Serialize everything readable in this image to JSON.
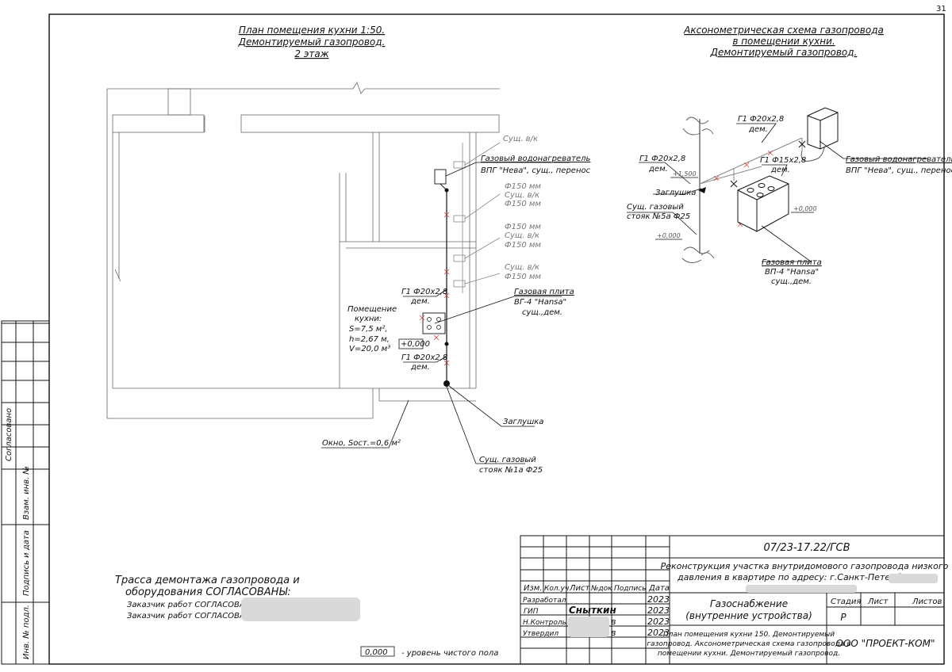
{
  "page_number": "31",
  "plan": {
    "title_1": "План помещения кухни 1:50.",
    "title_2": "Демонтируемый газопровод.",
    "title_3": "2 этаж",
    "room_label": [
      "Помещение",
      "кухни:",
      "S=7,5 м²,",
      "h=2,67 м,",
      "V=20,0 м³"
    ],
    "vk_labels": [
      "Сущ. в/к",
      "Ф150 мм",
      "Сущ. в/к",
      "Ф150 мм",
      "Ф150 мм",
      "Сущ. в/к",
      "Ф150 мм",
      "Сущ. в/к",
      "Ф150 мм"
    ],
    "water_heater_1": "Газовый водонагреватель",
    "water_heater_2": "ВПГ \"Нева\", сущ., перенос",
    "pipe_top_1": "Г1 Ф20х2,8",
    "pipe_top_2": "дем.",
    "stove_1": "Газовая плита",
    "stove_2": "ВГ-4 \"Hansa\"",
    "stove_3": "сущ.,дем.",
    "level_zero": "+0,000",
    "pipe_bottom_1": "Г1 Ф20х2,8",
    "pipe_bottom_2": "дем.",
    "plug": "Заглушка",
    "window": "Окно, Sост.=0,6 м²",
    "riser_1": "Сущ. газовый",
    "riser_2": "стояк №1а Ф25"
  },
  "axo": {
    "title_1": "Аксонометрическая схема газопровода",
    "title_2": "в помещении кухни.",
    "title_3": "Демонтируемый газопровод.",
    "pipe_a_1": "Г1 Ф20х2,8",
    "pipe_a_2": "дем.",
    "pipe_b_1": "Г1 Ф20х2,8",
    "pipe_b_2": "дем.",
    "pipe_c_1": "Г1 Ф15х2,8",
    "pipe_c_2": "дем.",
    "level_1500": "+1,500",
    "plug": "Заглушка",
    "riser_1": "Сущ. газовый",
    "riser_2": "стояк №5а Ф25",
    "level_zero_left": "+0,000",
    "level_zero_right": "+0,000",
    "water_heater_1": "Газовый водонагреватель",
    "water_heater_2": "ВПГ \"Нева\", сущ., перенос",
    "stove_1": "Газовая плита",
    "stove_2": "ВП-4 \"Hansa\"",
    "stove_3": "сущ.,дем."
  },
  "approval": {
    "line_1": "Трасса демонтажа газопровода и",
    "line_2": "оборудования СОГЛАСОВАНЫ:",
    "customer_1": "Заказчик работ СОГЛАСОВАНО",
    "customer_2": "Заказчик работ СОГЛАСОВАНО"
  },
  "legend": {
    "value": "0,000",
    "text": "- уровень чистого пола"
  },
  "side_stamp": [
    "Согласовано",
    "Взам. инв. №",
    "Подпись и дата",
    "Инв. № подл."
  ],
  "title_block": {
    "code": "07/23-17.22/ГСВ",
    "project_1": "Реконструкция участка внутридомового газопровода низкого",
    "project_2": "давления в квартире по адресу: г.Санкт-Петербург",
    "headers": [
      "Изм.",
      "Кол.уч",
      "Лист",
      "№док",
      "Подпись",
      "Дата"
    ],
    "roles": [
      "Разработал",
      "ГИП",
      "Н.Контроль",
      "Утвердил"
    ],
    "gip_name": "Сныткин",
    "dates": [
      "2023",
      "2023",
      "2023",
      "2023"
    ],
    "sig_marks": [
      "в",
      "в"
    ],
    "section_1": "Газоснабжение",
    "section_2": "(внутренние устройства)",
    "stage_header": "Стадия",
    "sheet_header": "Лист",
    "sheets_header": "Листов",
    "stage_value": "Р",
    "sheet_desc_1": "План помещения кухни 150. Демонтируемый",
    "sheet_desc_2": "газопровод. Аксонометрическая схема газопровода в",
    "sheet_desc_3": "помещении кухни. Демонтируемый газопровод.",
    "company": "ООО \"ПРОЕКТ-КОМ\""
  }
}
